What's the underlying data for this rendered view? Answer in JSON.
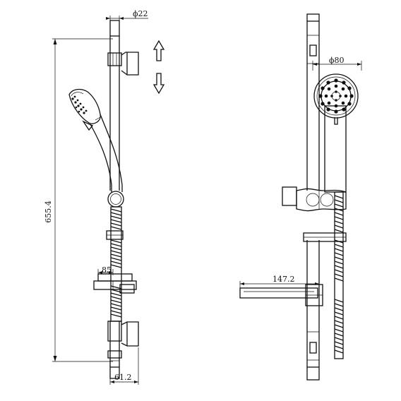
{
  "dimensions": {
    "bar_diameter": "ϕ22",
    "head_diameter": "ϕ80",
    "height": "655.4",
    "tray_depth": "85",
    "wall_distance": "61.2",
    "tray_width": "147.2"
  },
  "icons": {
    "up": "arrow-up-icon",
    "down": "arrow-down-icon"
  }
}
